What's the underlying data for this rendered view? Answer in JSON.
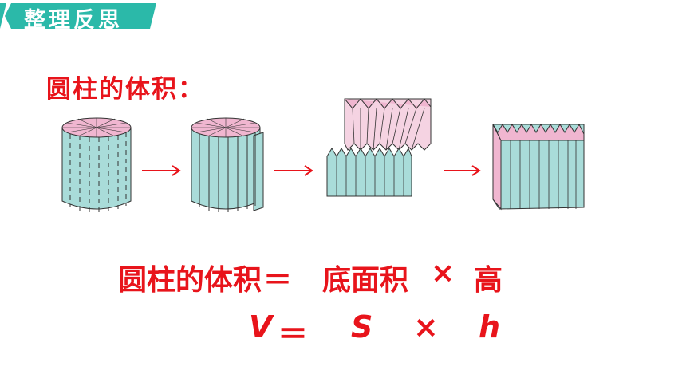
{
  "header": {
    "title": "整理反思"
  },
  "section": {
    "subtitle": "圆柱的体积："
  },
  "formula": {
    "lhs": "圆柱的体积",
    "equals": "＝",
    "base_area": "底面积",
    "times": "×",
    "height": "高"
  },
  "formula_symbols": {
    "v": "V",
    "equals": "＝",
    "s": "S",
    "times": "×",
    "h": "h"
  },
  "colors": {
    "banner": "#2bb9a9",
    "accent_red": "#e8141b",
    "cylinder_fill": "#a9dcd9",
    "top_fill": "#f0b6d0",
    "outline": "#333333"
  }
}
